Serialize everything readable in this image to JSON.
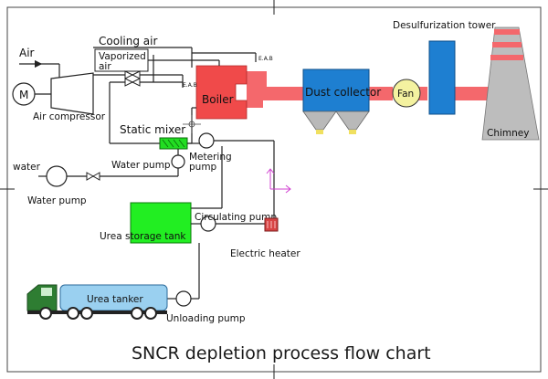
{
  "title": "SNCR depletion process flow chart",
  "labels": {
    "air": "Air",
    "cooling_air": "Cooling air",
    "vaporized_air": "Vaporized\nair",
    "air_compressor": "Air compressor",
    "static_mixer": "Static mixer",
    "boiler": "Boiler",
    "dust_collector": "Dust collector",
    "fan": "Fan",
    "desulfurization_tower": "Desulfurization tower",
    "chimney": "Chimney",
    "water": "water",
    "water_pump_left": "Water pump",
    "water_pump_mid": "Water pump",
    "metering_pump": "Metering\npump",
    "circulating_pump": "Circulating pump",
    "urea_storage_tank": "Urea storage tank",
    "electric_heater": "Electric heater",
    "urea_tanker": "Urea tanker",
    "unloading_pump": "Unloading pump",
    "motor": "M",
    "injector_tag_top": "E.A.B",
    "injector_tag_left": "E.A.B"
  },
  "colors": {
    "flue_gas": "#f4686c",
    "boiler": "#f04a4a",
    "dust_collector": "#1e7fd1",
    "desulfurization_tower": "#1e7fd1",
    "urea_tank": "#22ee22",
    "static_mixer": "#22dd22",
    "tanker_cab": "#2e7d32",
    "tanker_body": "#9ad0f0",
    "fan": "#f4f2a0",
    "chimney": "#b8b8b8",
    "heater": "#d84545",
    "flow_arrow": "#d040d0"
  }
}
